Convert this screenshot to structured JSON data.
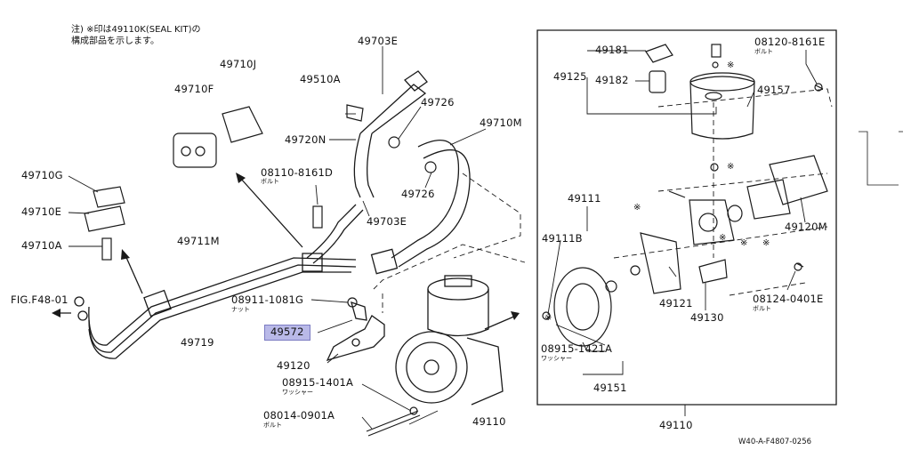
{
  "note": {
    "line1": "注) ※印は49110K(SEAL KIT)の",
    "line2": "構成部品を示します。"
  },
  "labels": {
    "p49703E_top": "49703E",
    "p49710J": "49710J",
    "p49710F": "49710F",
    "p49510A": "49510A",
    "p49726_top": "49726",
    "p49720N": "49720N",
    "p49710M": "49710M",
    "p49710G": "49710G",
    "p08110": "08110-8161D",
    "p49726_mid": "49726",
    "p49703E_mid": "49703E",
    "p49710E": "49710E",
    "p49710A": "49710A",
    "p49711M": "49711M",
    "fig_ref": "FIG.F48-01",
    "p08911": "08911-1081G",
    "p49572": "49572",
    "p49719": "49719",
    "p49120": "49120",
    "p08915_1401": "08915-1401A",
    "p08014": "08014-0901A",
    "p49110_main": "49110",
    "p49181": "49181",
    "p49125": "49125",
    "p49182": "49182",
    "p08120": "08120-8161E",
    "p49157": "49157",
    "p49111": "49111",
    "p49111B": "49111B",
    "p49120M": "49120M",
    "p49121": "49121",
    "p49130": "49130",
    "p08124": "08124-0401E",
    "p08915_1421": "08915-1421A",
    "p49151": "49151",
    "p49110_box": "49110",
    "drawing_no": "W40-A-F4807-0256"
  },
  "sublabels": {
    "bolt1": "ボルト",
    "bolt2": "ボルト",
    "bolt3": "ボルト",
    "bolt4": "ボルト",
    "nut": "ナット",
    "washer1": "ワッシャー",
    "washer2": "ワッシャー"
  },
  "highlight_color": "#b9b9e8"
}
